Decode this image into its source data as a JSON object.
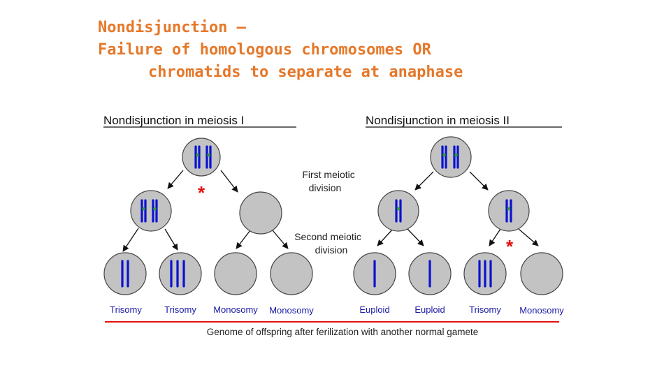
{
  "slide": {
    "title_line1": "Nondisjunction –",
    "title_line2": "Failure of homologous chromosomes OR",
    "title_line3": "chromatids to separate at anaphase"
  },
  "diagram": {
    "panel_left_title": "Nondisjunction in meiosis I",
    "panel_right_title": "Nondisjunction in meiosis II",
    "first_division_label": [
      "First meiotic",
      "division"
    ],
    "second_division_label": [
      "Second meiotic",
      "division"
    ],
    "nondisjunction_marker": "*",
    "outcomes": [
      "Trisomy",
      "Trisomy",
      "Monosomy",
      "Monosomy",
      "Euploid",
      "Euploid",
      "Trisomy",
      "Monosomy"
    ],
    "footer": "Genome of offspring after ferilization with another normal gamete",
    "colors": {
      "cell_fill": "#c3c3c3",
      "chromosome": "#0a12d0",
      "centromere": "#2ea02e",
      "footer_line": "#e51010",
      "marker": "#e51010",
      "title": "#e5782a"
    }
  }
}
